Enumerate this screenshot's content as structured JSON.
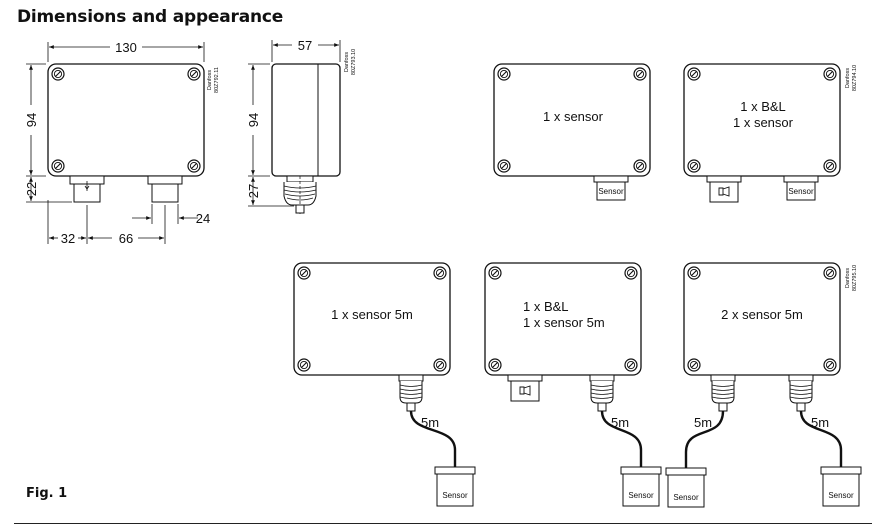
{
  "heading": "Dimensions and appearance",
  "figure_label": "Fig. 1",
  "dimensions": {
    "width": "130",
    "depth": "57",
    "height_front": "94",
    "height_side": "94",
    "gland_front": "22",
    "gland_side": "27",
    "offset_left": "32",
    "spacing": "66",
    "gland_width": "24"
  },
  "codes": {
    "front": {
      "brand": "Danfoss",
      "code": "80Z792.11"
    },
    "side": {
      "brand": "Danfoss",
      "code": "80Z793.10"
    },
    "top_right": {
      "brand": "Danfoss",
      "code": "80Z794.10"
    },
    "bottom_right": {
      "brand": "Danfoss",
      "code": "80Z795.10"
    }
  },
  "variants": {
    "one_sensor": {
      "line1": "1 x sensor",
      "connector": "Sensor"
    },
    "bl_sensor": {
      "line1": "1 x B&L",
      "line2": "1 x sensor",
      "connector": "Sensor"
    },
    "one_sensor_5m": {
      "line1": "1 x sensor 5m",
      "cable": "5m",
      "probe": "Sensor"
    },
    "bl_sensor_5m": {
      "line1": "1 x B&L",
      "line2": "1 x sensor 5m",
      "cable": "5m",
      "probe": "Sensor"
    },
    "two_sensor_5m": {
      "line1": "2 x sensor 5m",
      "cable_a": "5m",
      "cable_b": "5m",
      "probe_a": "Sensor",
      "probe_b": "Sensor"
    }
  }
}
